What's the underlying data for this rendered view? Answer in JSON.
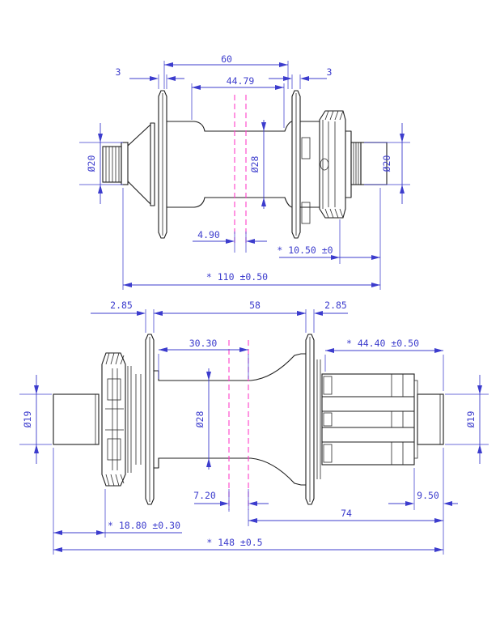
{
  "drawing": {
    "type": "bicycle hub engineering drawing, front and rear hub side views with dimensions",
    "units": "mm"
  },
  "colors": {
    "dimension_lines": "#3c3ccd",
    "centerlines": "#ff3cc8",
    "geometry_lines": "#1c1c1c",
    "background": "#ffffff"
  },
  "front_hub": {
    "flange_spacing": "60",
    "flange_thickness_left": "3",
    "flange_thickness_right": "3",
    "bearing_span": "44.79",
    "axle_dia_left": "Ø20",
    "shell_dia": "Ø28",
    "axle_dia_right": "Ø20",
    "center_offset": "4.90",
    "rotor_offset": "* 10.50 ±0",
    "overall_length": "* 110 ±0.50"
  },
  "rear_hub": {
    "flange_thickness_left": "2.85",
    "flange_spacing": "58",
    "flange_thickness_right": "2.85",
    "center_offset": "30.30",
    "freehub_length": "* 44.40 ±0.50",
    "axle_dia_left": "Ø19",
    "shell_dia": "Ø28",
    "axle_dia_right": "Ø19",
    "bearing_offset": "7.20",
    "end_offset": "9.50",
    "drive_span": "74",
    "rotor_offset": "* 18.80 ±0.30",
    "overall_length": "* 148 ±0.5"
  }
}
